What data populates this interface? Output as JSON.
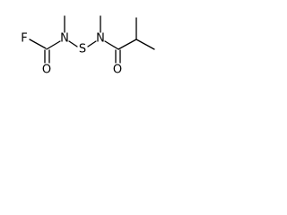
{
  "molecule": {
    "atoms": {
      "fluorine": "F",
      "nitrogen_left": "N",
      "sulfur": "S",
      "nitrogen_right": "N",
      "oxygen_left": "O",
      "oxygen_right": "O"
    },
    "colors": {
      "bond": "#000000",
      "label": "#000000",
      "background": "#ffffff"
    }
  }
}
